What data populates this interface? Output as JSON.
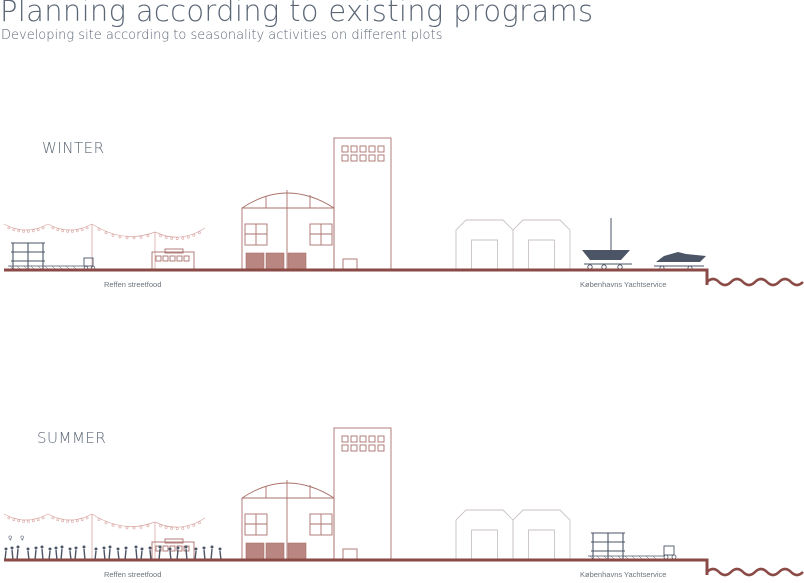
{
  "header": {
    "title": "Planning according to existing programs",
    "subtitle": "Developing site according to seasonality activities on different plots"
  },
  "sections": [
    {
      "season": "WINTER",
      "left_label": "Reffen streetfood",
      "right_label": "Københavns Yachtservice",
      "boats_on_land": true,
      "people_visible": false,
      "scaffold_right": false
    },
    {
      "season": "SUMMER",
      "left_label": "Reffen streetfood",
      "right_label": "Københavns Yachtservice",
      "boats_on_land": false,
      "people_visible": true,
      "scaffold_right": true
    }
  ],
  "colors": {
    "ground": "#8a4a45",
    "building_line": "#a9716b",
    "shed_line": "#c9c2c4",
    "lights": "#d9a7a3",
    "boats": "#4b5566",
    "text": "#5b6675"
  }
}
